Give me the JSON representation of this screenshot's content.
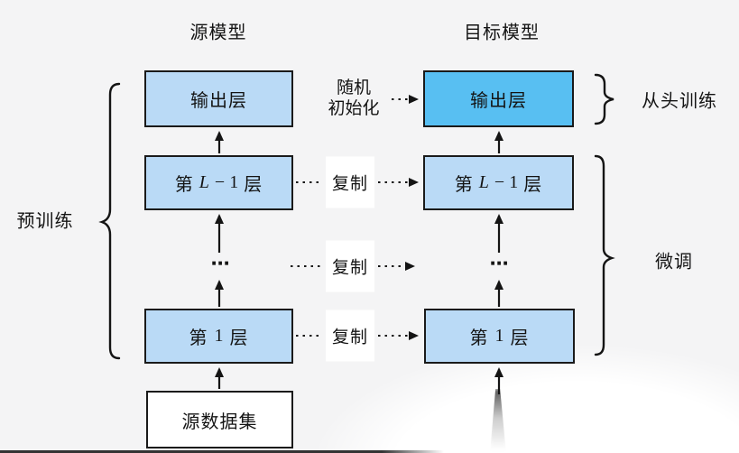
{
  "titles": {
    "source": "源模型",
    "target": "目标模型"
  },
  "source_model": {
    "output_layer": "输出层",
    "layer_l_minus_1": {
      "pre": "第",
      "var": "L",
      "mid": "− 1",
      "post": "层"
    },
    "ellipsis": "⋯",
    "layer_1": {
      "pre": "第",
      "num": "1",
      "post": "层"
    },
    "dataset": "源数据集"
  },
  "target_model": {
    "output_layer": "输出层",
    "layer_l_minus_1": {
      "pre": "第",
      "var": "L",
      "mid": "− 1",
      "post": "层"
    },
    "ellipsis": "⋯",
    "layer_1": {
      "pre": "第",
      "num": "1",
      "post": "层"
    }
  },
  "annotations": {
    "pretrain": "预训练",
    "random_init_line1": "随机",
    "random_init_line2": "初始化",
    "copy": "复制",
    "train_from_scratch": "从头训练",
    "finetune": "微调"
  },
  "colors": {
    "bg": "#f4f4f5",
    "line": "#1a1a1a",
    "box-light": "#badaf6",
    "box-dark": "#58bff2",
    "box-white": "#ffffff",
    "text": "#141414"
  }
}
